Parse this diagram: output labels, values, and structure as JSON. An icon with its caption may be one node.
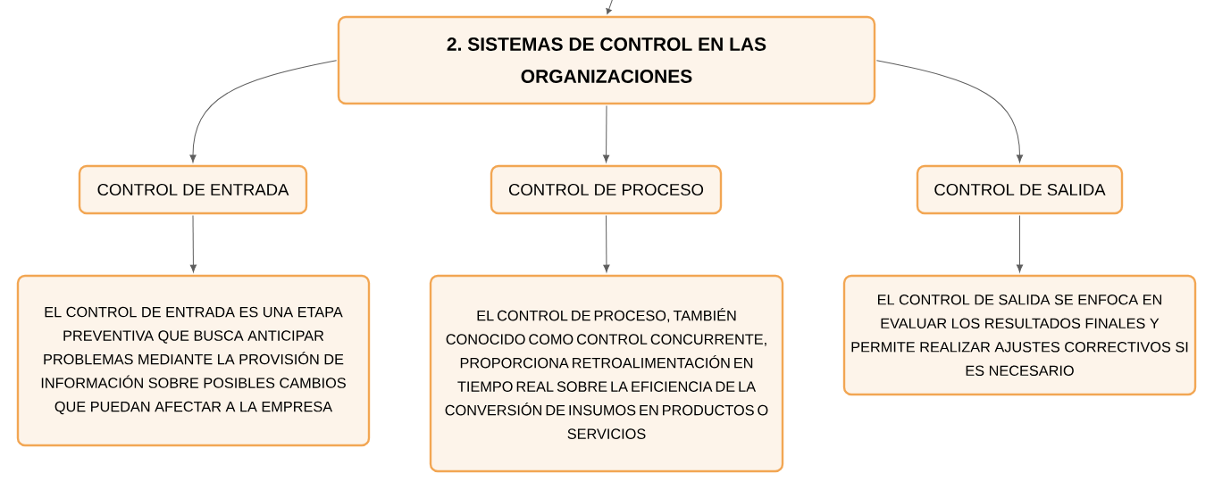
{
  "diagram": {
    "nodes": [
      {
        "text": [
          "2. SISTEMAS DE CONTROL EN LAS ORGANIZACIONES"
        ]
      },
      {
        "text": [
          "CONTROL DE ENTRADA"
        ]
      },
      {
        "text": [
          "CONTROL DE PROCESO"
        ]
      },
      {
        "text": [
          "CONTROL DE SALIDA"
        ]
      },
      {
        "text": [
          "EL CONTROL DE ENTRADA ES UNA ETAPA PREVENTIVA QUE BUSCA ANTICIPAR PROBLEMAS MEDIANTE LA PROVISIÓN DE INFORMACIÓN SOBRE POSIBLES CAMBIOS QUE PUEDAN AFECTAR A LA EMPRESA"
        ]
      },
      {
        "text": [
          "EL CONTROL DE PROCESO, TAMBIÉN CONOCIDO COMO CONTROL CONCURRENTE, PROPORCIONA RETROALIMENTACIÓN EN TIEMPO REAL SOBRE LA EFICIENCIA DE LA CONVERSIÓN DE INSUMOS EN PRODUCTOS O SERVICIOS"
        ]
      },
      {
        "text": [
          "EL CONTROL DE SALIDA SE ENFOCA EN EVALUAR LOS RESULTADOS FINALES Y PERMITE REALIZAR AJUSTES CORRECTIVOS SI ES NECESARIO"
        ]
      }
    ],
    "edges": [
      {
        "from": null,
        "to": 0,
        "arrow": "to"
      },
      {
        "from": 0,
        "to": 1,
        "arrow": "to"
      },
      {
        "from": 0,
        "to": 2,
        "arrow": "to"
      },
      {
        "from": 0,
        "to": 3,
        "arrow": "to"
      },
      {
        "from": 1,
        "to": 4,
        "arrow": "to"
      },
      {
        "from": 2,
        "to": 5,
        "arrow": "to"
      },
      {
        "from": 3,
        "to": 6,
        "arrow": "to"
      }
    ]
  }
}
